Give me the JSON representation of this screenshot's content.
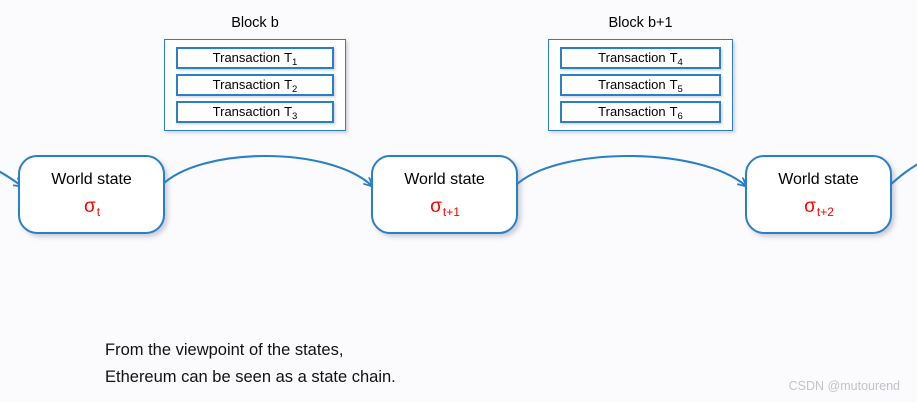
{
  "background_color": "#fbfbfe",
  "accent_color": "#2a7fc9",
  "sigma_color": "#ff0000",
  "watermark_color": "#c2c2c8",
  "blocks": [
    {
      "title": "Block b",
      "transactions": [
        {
          "label": "Transaction",
          "symbol": "T",
          "index": "1"
        },
        {
          "label": "Transaction",
          "symbol": "T",
          "index": "2"
        },
        {
          "label": "Transaction",
          "symbol": "T",
          "index": "3"
        }
      ]
    },
    {
      "title": "Block b+1",
      "transactions": [
        {
          "label": "Transaction",
          "symbol": "T",
          "index": "4"
        },
        {
          "label": "Transaction",
          "symbol": "T",
          "index": "5"
        },
        {
          "label": "Transaction",
          "symbol": "T",
          "index": "6"
        }
      ]
    }
  ],
  "states": [
    {
      "title": "World state",
      "sigma": "σ",
      "subscript": "t"
    },
    {
      "title": "World state",
      "sigma": "σ",
      "subscript": "t+1"
    },
    {
      "title": "World state",
      "sigma": "σ",
      "subscript": "t+2"
    }
  ],
  "caption": {
    "line1": "From the viewpoint of the states,",
    "line2": "Ethereum can be seen as a state chain."
  },
  "watermark": "CSDN @mutourend"
}
